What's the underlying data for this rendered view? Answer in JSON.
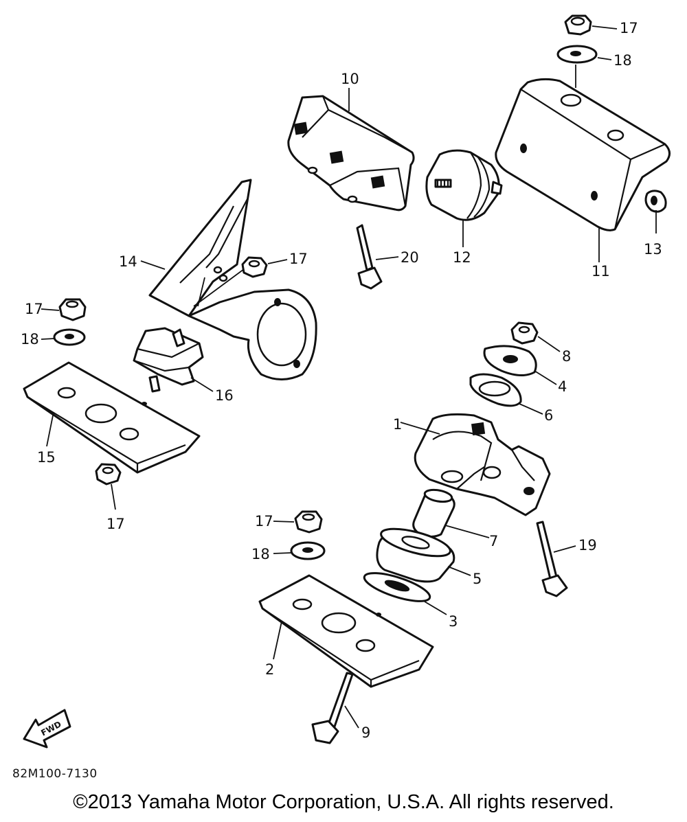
{
  "diagram_code": "82M100-7130",
  "copyright": "©2013 Yamaha Motor Corporation, U.S.A. All rights reserved.",
  "fwd_label": "FWD",
  "callouts": {
    "c1": "1",
    "c2": "2",
    "c3": "3",
    "c4": "4",
    "c5": "5",
    "c6": "6",
    "c7": "7",
    "c8": "8",
    "c9": "9",
    "c10": "10",
    "c11": "11",
    "c12": "12",
    "c13": "13",
    "c14": "14",
    "c15": "15",
    "c16": "16",
    "c17": "17",
    "c18": "18",
    "c19": "19",
    "c20": "20"
  }
}
